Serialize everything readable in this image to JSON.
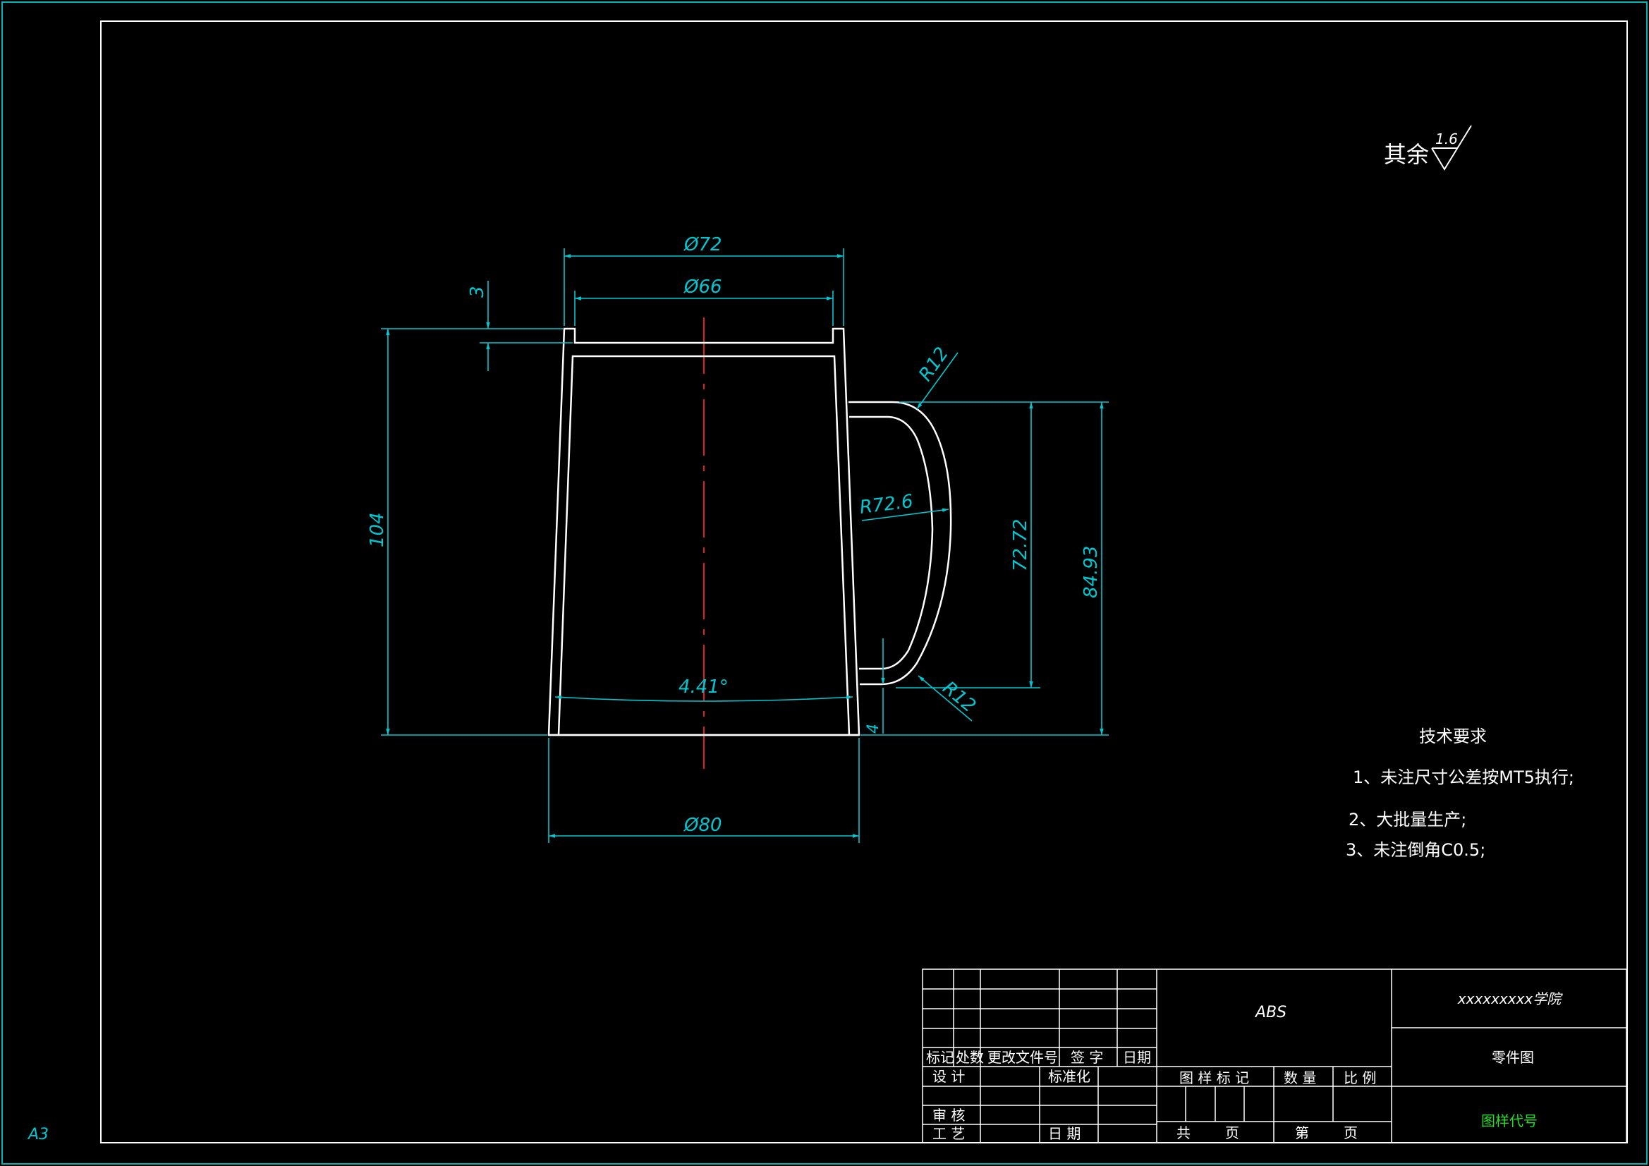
{
  "sheet": {
    "size_label": "A3"
  },
  "colors": {
    "outline": "#ffffff",
    "dimension": "#00c8d2",
    "frame_outer": "#00b4b4",
    "centerline": "#e02020",
    "drawing_code": "#22dd22",
    "background": "#000000"
  },
  "roughness": {
    "label": "其余",
    "value": "1.6"
  },
  "dimensions": {
    "d72": "Ø72",
    "d66": "Ø66",
    "d80": "Ø80",
    "h104": "104",
    "rim3": "3",
    "r12_top": "R12",
    "r12_bottom": "R12",
    "r72_6": "R72.6",
    "angle": "4.41°",
    "h72_72": "72.72",
    "h84_93": "84.93",
    "gap4": "4"
  },
  "tech_requirements": {
    "title": "技术要求",
    "items": [
      "1、未注尺寸公差按MT5执行;",
      "2、大批量生产;",
      "3、未注倒角C0.5;"
    ]
  },
  "title_block": {
    "rev_headers": [
      "标记",
      "处数",
      "更改文件号",
      "签 字",
      "日期"
    ],
    "design": "设 计",
    "standardize": "标准化",
    "review": "审 核",
    "process": "工 艺",
    "date": "日 期",
    "material": "ABS",
    "stage_mark": "图 样 标 记",
    "quantity": "数 量",
    "scale": "比 例",
    "total_pages": "共",
    "page_word": "页",
    "sheet_no": "第",
    "school": "xxxxxxxxx学院",
    "part_name": "零件图",
    "drawing_code": "图样代号"
  }
}
